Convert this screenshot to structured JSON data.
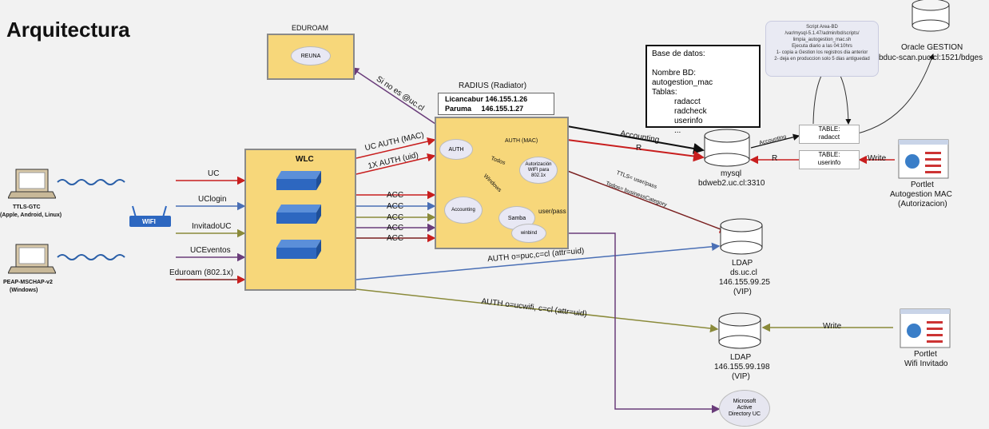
{
  "title": "Arquitectura",
  "eduroam": {
    "label": "EDUROAM",
    "inner": "REUNA"
  },
  "radius": {
    "title": "RADIUS (Radiator)",
    "servers": [
      {
        "name": "Licancabur",
        "ip": "146.155.1.26"
      },
      {
        "name": "Paruma",
        "ip": "146.155.1.27"
      }
    ],
    "auth": "AUTH",
    "auth_mac": "AUTH (MAC)",
    "autorizacion": "Autorización WIFI para 802.1x",
    "todos": "Todos",
    "accounting": "Accounting",
    "samba": "Samba",
    "winbind": "winbind",
    "user_pass": "user/pass",
    "windows": "Windows"
  },
  "wlc": {
    "label": "WLC"
  },
  "ssids": [
    "UC",
    "UClogin",
    "InvitadoUC",
    "UCEventos",
    "Eduroam (802.1x)"
  ],
  "acc_labels": [
    "ACC",
    "ACC",
    "ACC",
    "ACC",
    "ACC"
  ],
  "wifi_label": "WIFI",
  "clients": [
    {
      "line1": "TTLS-GTC",
      "line2": "(Apple, Android, Linux)"
    },
    {
      "line1": "PEAP-MSCHAP-v2",
      "line2": "(Windows)"
    }
  ],
  "edges": {
    "si_no_es": "Si no es @uc.cl",
    "uc_auth_mac": "UC AUTH (MAC)",
    "x1_auth_uid": "1X AUTH (uid)",
    "accounting": "Accounting",
    "r1": "R",
    "r2": "R",
    "accounting2": "Accounting",
    "write1": "Write",
    "write2": "Write",
    "ttls": "TTLS= user/pass",
    "todos_bc": "Todos= businessCategory",
    "auth_puc": "AUTH  o=puc,c=cl (attr=uid)",
    "auth_ucwifi": "AUTH   o=ucwifi, c=cl (attr=uid)"
  },
  "basedatos": {
    "lines": [
      "Base de datos:",
      "",
      "Nombre BD: autogestion_mac",
      "Tablas:"
    ],
    "tables": [
      "radacct",
      "radcheck",
      "userinfo",
      "..."
    ]
  },
  "script_note": [
    "Script Area-BD",
    "/var/mysql-5.1.47/admin/bd/scripts/",
    "limpia_autogestion_mac.sh",
    "Ejecuta diario a las 04:10hrs",
    "1- copia a Gestion los registros dia anterior",
    "2- deja en produccion solo 5 dias antiguedad"
  ],
  "oracle": {
    "line1": "Oracle GESTION",
    "line2": "bduc-scan.puc.cl:1521/bdges"
  },
  "mysql": {
    "line1": "mysql",
    "line2": "bdweb2.uc.cl:3310"
  },
  "table_radacct": {
    "line1": "TABLE:",
    "line2": "radacct"
  },
  "table_userinfo": {
    "line1": "TABLE:",
    "line2": "userinfo"
  },
  "portlet_mac": [
    "Portlet",
    "Autogestion MAC",
    "(Autorizacion)"
  ],
  "ldap1": [
    "LDAP",
    "ds.uc.cl",
    "146.155.99.25",
    "(VIP)"
  ],
  "ldap2": [
    "LDAP",
    "146.155.99.198",
    "(VIP)"
  ],
  "portlet_wifi": [
    "Portlet",
    "Wifi Invitado"
  ],
  "ad": [
    "Microsoft",
    "Active",
    "Directory UC"
  ],
  "colors": {
    "red": "#c81e1e",
    "blue": "#4a6fb5",
    "purple": "#6a3c7a",
    "olive": "#8a8a3a",
    "yellow": "#f7d77a",
    "black": "#111111"
  }
}
